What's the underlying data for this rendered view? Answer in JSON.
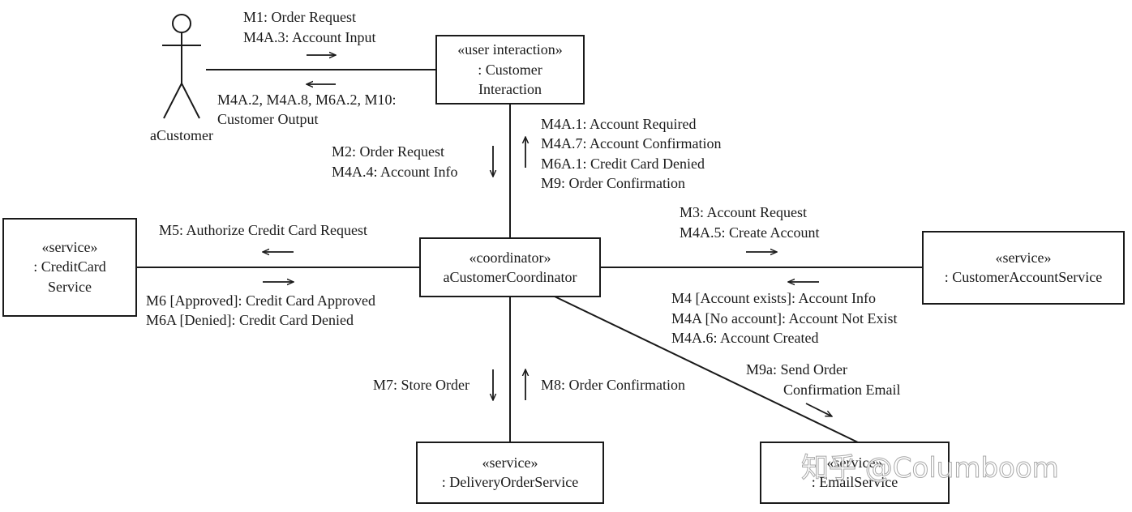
{
  "actor": {
    "name": "aCustomer"
  },
  "objects": {
    "customer_interaction": {
      "stereotype": "«user interaction»",
      "line1": ": Customer",
      "line2": "Interaction"
    },
    "coordinator": {
      "stereotype": "«coordinator»",
      "line1": "aCustomerCoordinator"
    },
    "credit_card_service": {
      "stereotype": "«service»",
      "line1": ": CreditCard",
      "line2": "Service"
    },
    "customer_account_service": {
      "stereotype": "«service»",
      "line1": ": CustomerAccountService"
    },
    "delivery_order_service": {
      "stereotype": "«service»",
      "line1": ": DeliveryOrderService"
    },
    "email_service": {
      "stereotype": "«service»",
      "line1": ": EmailService"
    }
  },
  "messages": {
    "actor_to_ui": [
      "M1: Order Request",
      "M4A.3: Account Input"
    ],
    "ui_to_actor": [
      "M4A.2, M4A.8, M6A.2, M10:",
      "Customer Output"
    ],
    "ui_to_coord": [
      "M2: Order Request",
      "M4A.4: Account Info"
    ],
    "coord_to_ui": [
      "M4A.1: Account Required",
      "M4A.7: Account Confirmation",
      "M6A.1: Credit Card Denied",
      "M9: Order Confirmation"
    ],
    "coord_to_credit": [
      "M5: Authorize Credit Card Request"
    ],
    "credit_to_coord": [
      "M6 [Approved]: Credit Card Approved",
      "M6A [Denied]: Credit Card Denied"
    ],
    "coord_to_account": [
      "M3: Account Request",
      "M4A.5: Create Account"
    ],
    "account_to_coord": [
      "M4 [Account exists]: Account Info",
      "M4A [No account]: Account Not Exist",
      "M4A.6: Account Created"
    ],
    "coord_to_delivery": [
      "M7: Store Order"
    ],
    "delivery_to_coord": [
      "M8: Order Confirmation"
    ],
    "coord_to_email": [
      "M9a: Send Order",
      "Confirmation Email"
    ]
  },
  "watermark": "知乎 @Columboom"
}
